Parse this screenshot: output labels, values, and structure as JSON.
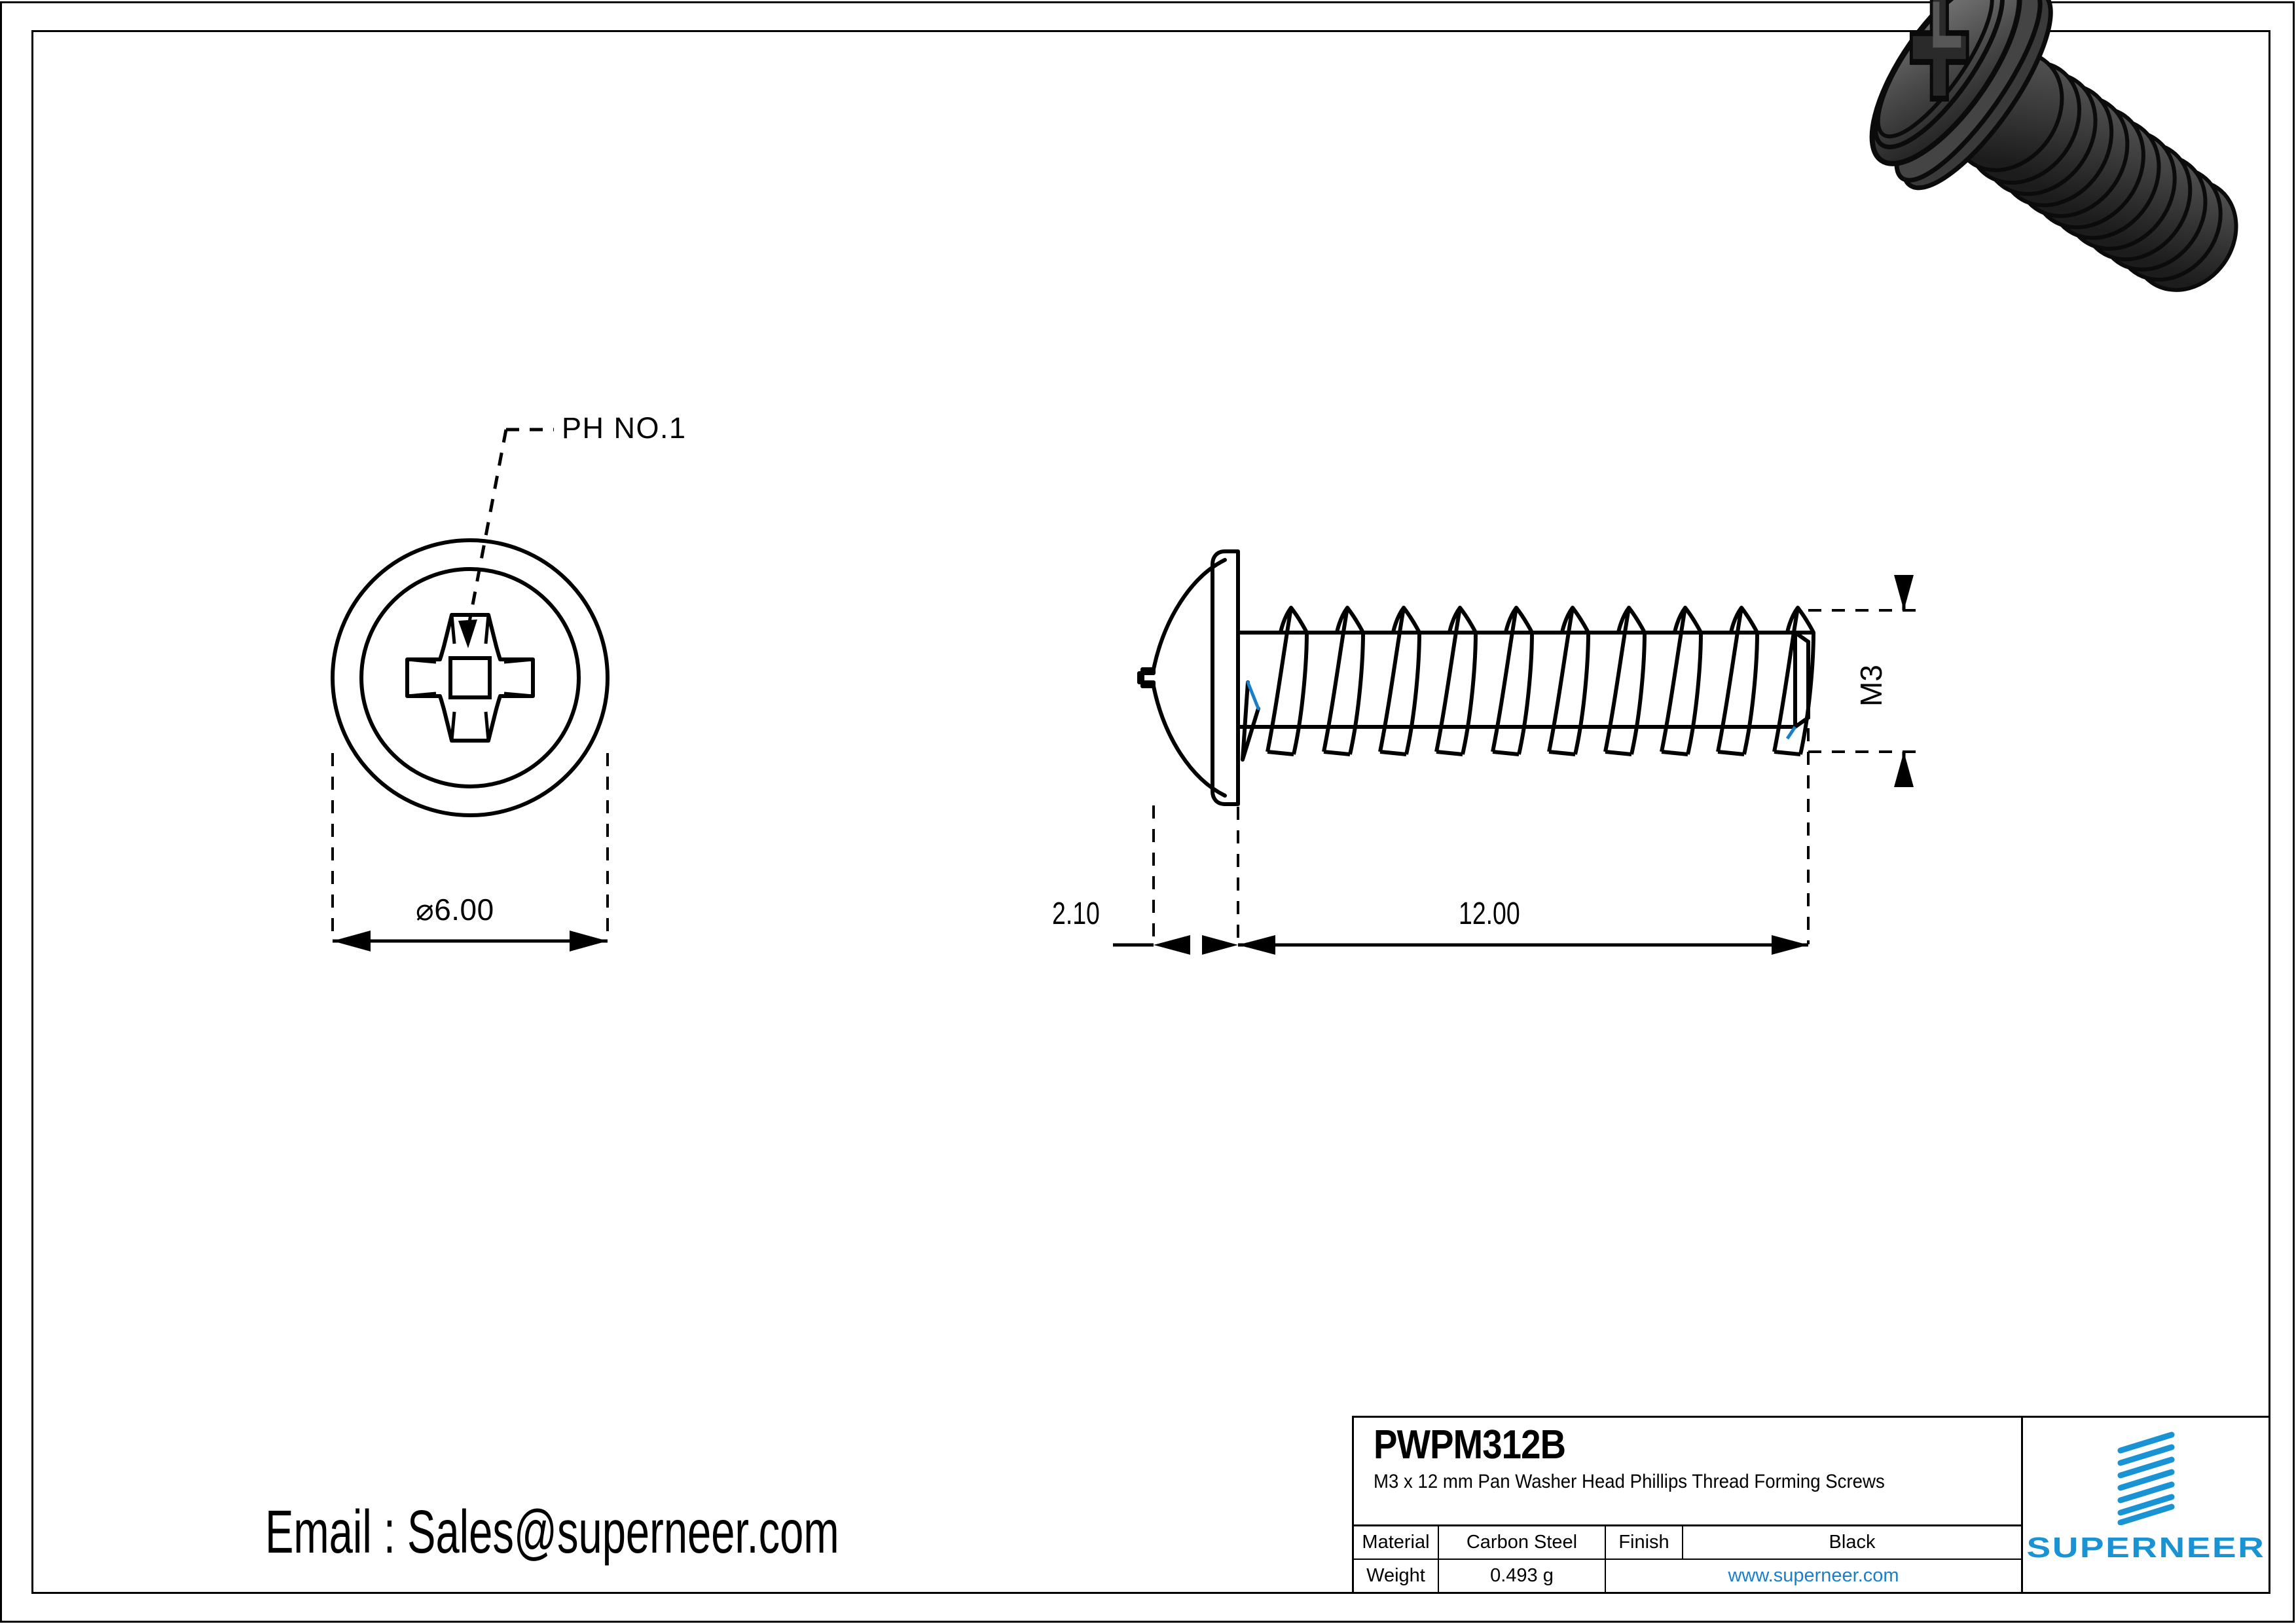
{
  "drawing": {
    "label_ph": "PH NO.1",
    "dim_diameter": "⌀6.00",
    "dim_head_height": "2.10",
    "dim_length": "12.00",
    "dim_thread": "M3"
  },
  "contact": {
    "email_line": "Email : Sales@superneer.com"
  },
  "title_block": {
    "part_code": "PWPM312B",
    "description": "M3 x 12 mm Pan Washer Head Phillips Thread Forming Screws",
    "rows": [
      {
        "label": "Material",
        "value": "Carbon Steel",
        "label2": "Finish",
        "value2": "Black"
      },
      {
        "label": "Weight",
        "value": "0.493 g",
        "url": "www.superneer.com"
      }
    ],
    "brand": "SUPERNEER"
  },
  "colors": {
    "brand_blue": "#1a93d4",
    "url_blue": "#1a7fc9",
    "line": "#000000",
    "render_body": "#4a4a4a",
    "render_dark": "#262626"
  },
  "render": {
    "alt": "3D isometric view of black pan washer head phillips thread forming screw"
  }
}
